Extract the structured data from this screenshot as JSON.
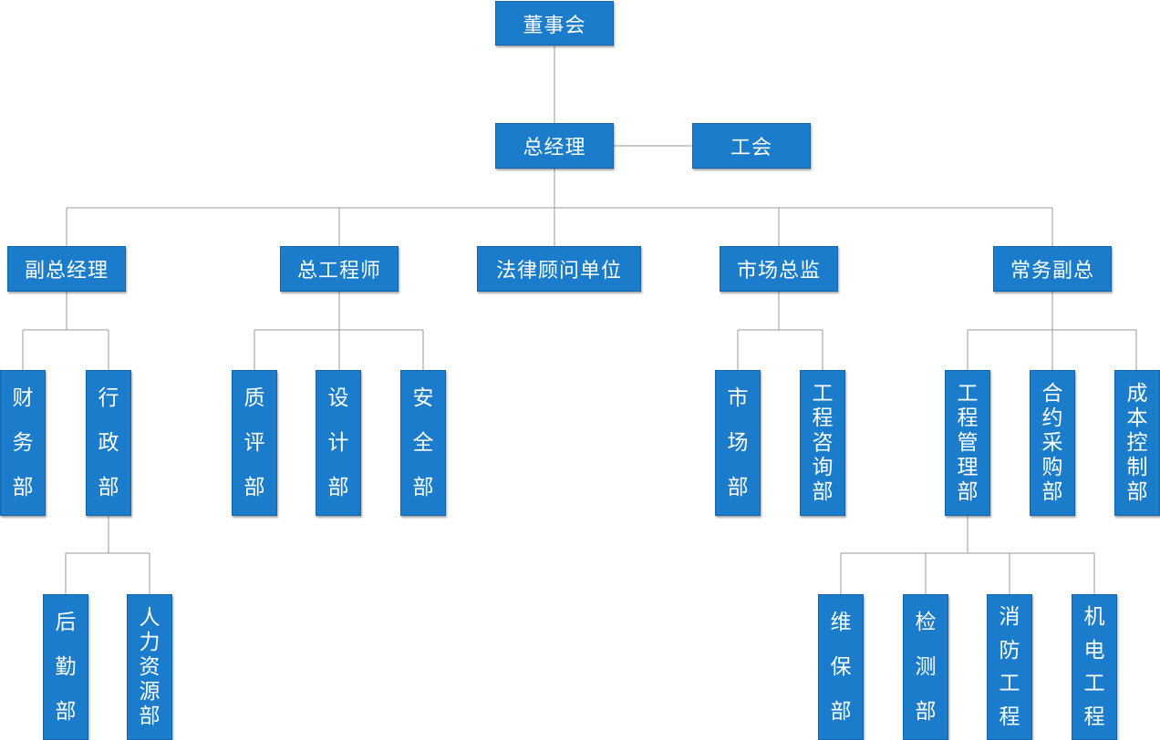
{
  "org": {
    "board": "董事会",
    "gm": "总经理",
    "union": "工会",
    "vp": "副总经理",
    "chief_engineer": "总工程师",
    "legal": "法律顾问单位",
    "marketing_director": "市场总监",
    "executive_vp": "常务副总",
    "finance": "财务部",
    "admin": "行政部",
    "logistics": "后勤部",
    "hr": "人力资源部",
    "quality": "质评部",
    "design": "设计部",
    "safety": "安全部",
    "market": "市场部",
    "consulting": "工程咨询部",
    "engineering_mgmt": "工程管理部",
    "contracts": "合约采购部",
    "cost_control": "成本控制部",
    "maintenance": "维保部",
    "inspection": "检测部",
    "fire_engineering": "消防工程",
    "mep_engineering": "机电工程"
  },
  "colors": {
    "box_fill": "#1a7ccb",
    "box_border": "#1565a8",
    "text": "#ffffff",
    "connector": "#9a9a9a"
  }
}
